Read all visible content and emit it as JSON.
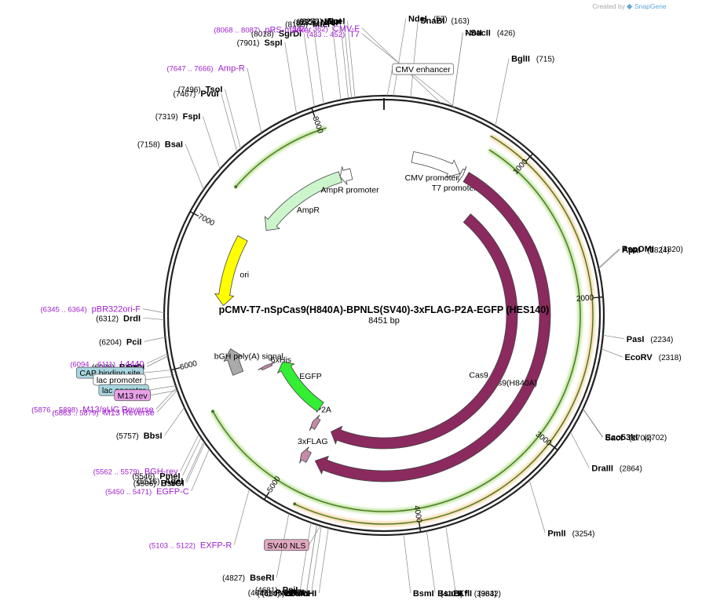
{
  "branding": {
    "created_by": "Created by",
    "name": "SnapGene"
  },
  "plasmid": {
    "name": "pCMV-T7-nSpCas9(H840A)-BPNLS(SV40)-3xFLAG-P2A-EGFP (HES140)",
    "length_label": "8451 bp",
    "total_bp": 8451
  },
  "ticks": [
    {
      "bp": 1000,
      "label": "1000"
    },
    {
      "bp": 2000,
      "label": "2000"
    },
    {
      "bp": 3000,
      "label": "3000"
    },
    {
      "bp": 4000,
      "label": "4000"
    },
    {
      "bp": 5000,
      "label": "5000"
    },
    {
      "bp": 6000,
      "label": "6000"
    },
    {
      "bp": 7000,
      "label": "7000"
    },
    {
      "bp": 8000,
      "label": "8000"
    }
  ],
  "features": [
    {
      "name": "CMV promoter",
      "start": 240,
      "end": 660,
      "color": "#ffffff",
      "dir": 1
    },
    {
      "name": "T7 promoter",
      "start": 665,
      "end": 690,
      "color": "#ffffff",
      "dir": 1
    },
    {
      "name": "Cas9(H840A)",
      "start": 720,
      "end": 4820,
      "color": "#8a2a5e",
      "dir": 1
    },
    {
      "name": "Cas9",
      "start": 950,
      "end": 4800,
      "color": "#8a2a5e",
      "dir": 1
    },
    {
      "name": "3xFLAG",
      "start": 4880,
      "end": 4950,
      "color": "#c48aa8",
      "dir": 1
    },
    {
      "name": "P2A",
      "start": 4960,
      "end": 5020,
      "color": "#c48aa8",
      "dir": 1
    },
    {
      "name": "EGFP",
      "start": 5040,
      "end": 5760,
      "color": "#33ee33",
      "dir": 1
    },
    {
      "name": "6xHis",
      "start": 5770,
      "end": 5800,
      "color": "#c48aa8",
      "dir": 1
    },
    {
      "name": "bGH poly(A) signal",
      "start": 5830,
      "end": 6050,
      "color": "#aaaaaa",
      "dir": 1
    },
    {
      "name": "ori",
      "start": 6420,
      "end": 7010,
      "color": "#ffff00",
      "dir": -1
    },
    {
      "name": "AmpR",
      "start": 7180,
      "end": 8040,
      "color": "#ccf5cc",
      "dir": -1
    },
    {
      "name": "AmpR promoter",
      "start": 8040,
      "end": 8145,
      "color": "#ffffff",
      "dir": -1
    }
  ],
  "outer_arcs": [
    {
      "start": 720,
      "end": 4820,
      "color": "#f4b860",
      "r": 266,
      "dir": 1
    },
    {
      "start": 760,
      "end": 5650,
      "color": "#88cc44",
      "r": 250,
      "dir": 1
    },
    {
      "start": 7300,
      "end": 8050,
      "color": "#88cc44",
      "r": 250,
      "dir": -1
    }
  ],
  "labels_right": [
    {
      "name": "NdeI",
      "pos": "(57)",
      "bp": 57
    },
    {
      "name": "SnaBI",
      "pos": "(163)",
      "bp": 163
    },
    {
      "name": "NotI",
      "pos": "",
      "bp": 426
    },
    {
      "name": "- SacII",
      "pos": "(426)",
      "bp": 426
    },
    {
      "name": "BglII",
      "pos": "(715)",
      "bp": 715
    },
    {
      "name": "PspOMI",
      "pos": "(1820)",
      "bp": 1820
    },
    {
      "name": "ApaI",
      "pos": "(1824)",
      "bp": 1824
    },
    {
      "name": "PasI",
      "pos": "(2234)",
      "bp": 2234
    },
    {
      "name": "EcoRV",
      "pos": "(2318)",
      "bp": 2318
    },
    {
      "name": "Eco53kI",
      "pos": "(2702)",
      "bp": 2702
    },
    {
      "name": "SacI",
      "pos": "(2704)",
      "bp": 2704
    },
    {
      "name": "DraIII",
      "pos": "(2864)",
      "bp": 2864
    },
    {
      "name": "PmlI",
      "pos": "(3254)",
      "bp": 3254
    },
    {
      "name": "KflI",
      "pos": "(3842)",
      "bp": 3842
    },
    {
      "name": "BsaBI *",
      "pos": "(3963)",
      "bp": 3963
    },
    {
      "name": "BsmI",
      "pos": "(4105)",
      "bp": 4105
    }
  ],
  "labels_left": [
    {
      "name": "SpeI",
      "pos": "(8273)",
      "bp": 8273
    },
    {
      "name": "MluI",
      "pos": "(8252)",
      "bp": 8252
    },
    {
      "name": "NruI",
      "pos": "(8232)",
      "bp": 8232
    },
    {
      "name": "MfeI",
      "pos": "(8185)",
      "bp": 8185
    },
    {
      "name": "SgrDI",
      "pos": "(8018)",
      "bp": 8018
    },
    {
      "name": "SspI",
      "pos": "(7901)",
      "bp": 7901
    },
    {
      "name": "TsoI",
      "pos": "(7496)",
      "bp": 7496
    },
    {
      "name": "PvuI",
      "pos": "(7467)",
      "bp": 7467
    },
    {
      "name": "FspI",
      "pos": "(7319)",
      "bp": 7319
    },
    {
      "name": "BsaI",
      "pos": "(7158)",
      "bp": 7158
    },
    {
      "name": "DrdI",
      "pos": "(6312)",
      "bp": 6312
    },
    {
      "name": "PciI",
      "pos": "(6204)",
      "bp": 6204
    },
    {
      "name": "BspQI",
      "pos": "(6088)",
      "bp": 6088
    },
    {
      "name": "- SapI",
      "pos": "",
      "bp": 6088
    },
    {
      "name": "BbsI",
      "pos": "(5757)",
      "bp": 5757
    },
    {
      "name": "PmeI",
      "pos": "(5546)",
      "bp": 5546
    },
    {
      "name": "AgeI",
      "pos": "(5516)",
      "bp": 5516
    },
    {
      "name": "BsrGI",
      "pos": "(5506)",
      "bp": 5506
    },
    {
      "name": "BseRI",
      "pos": "(4827)",
      "bp": 4827
    },
    {
      "name": "PsiI",
      "pos": "(4681)",
      "bp": 4681
    },
    {
      "name": "PaeR7I",
      "pos": "(4643)",
      "bp": 4643
    },
    {
      "name": "- XhoI",
      "pos": "",
      "bp": 4643
    },
    {
      "name": "EcoRI",
      "pos": "(4614)",
      "bp": 4614
    },
    {
      "name": "BamHI",
      "pos": "(4569)",
      "bp": 4569
    }
  ],
  "primers": [
    {
      "name": "CMV-F",
      "pos": "(342 .. 362)",
      "bp": 352
    },
    {
      "name": "T7",
      "pos": "(433 .. 452)",
      "bp": 442
    },
    {
      "name": "pRS-marker",
      "pos": "(8068 .. 8087)",
      "bp": 8077
    },
    {
      "name": "Amp-R",
      "pos": "(7647 .. 7666)",
      "bp": 7656
    },
    {
      "name": "pBR322ori-F",
      "pos": "(6345 .. 6364)",
      "bp": 6354
    },
    {
      "name": "L4440",
      "pos": "(6094 .. 6111)",
      "bp": 6102
    },
    {
      "name": "M13/pUC Reverse",
      "pos": "(5876 .. 5898)",
      "bp": 5887
    },
    {
      "name": "M13 Reverse",
      "pos": "(5863 .. 5879)",
      "bp": 5871
    },
    {
      "name": "BGH-rev",
      "pos": "(5562 .. 5579)",
      "bp": 5570
    },
    {
      "name": "EGFP-C",
      "pos": "(5450 .. 5471)",
      "bp": 5460
    },
    {
      "name": "EXFP-R",
      "pos": "(5103 .. 5122)",
      "bp": 5112
    }
  ],
  "boxes": [
    {
      "name": "CMV enhancer",
      "bp": 20,
      "fill": "#ffffff"
    },
    {
      "name": "CAP binding site",
      "bp": 6000,
      "fill": "#a9d6e0"
    },
    {
      "name": "lac promoter",
      "bp": 5960,
      "fill": "#ffffff"
    },
    {
      "name": "lac operator",
      "bp": 5900,
      "fill": "#a9d6e0"
    },
    {
      "name": "M13 rev",
      "bp": 5870,
      "fill": "#e8a0e8"
    },
    {
      "name": "SV40 NLS",
      "bp": 4620,
      "fill": "#e0a8c0"
    }
  ]
}
